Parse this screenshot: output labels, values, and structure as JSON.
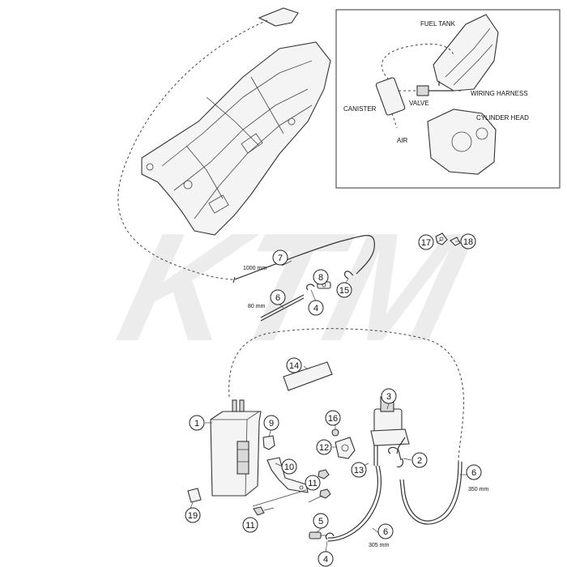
{
  "watermark": "KTM",
  "inset": {
    "labels": {
      "fuel_tank": "FUEL TANK",
      "canister": "CANISTER",
      "valve": "VALVE",
      "wiring_harness": "WIRING HARNESS",
      "cylinder_head": "CYLINDER HEAD",
      "air": "AIR"
    }
  },
  "dimensions": {
    "d1000": "1000 mm",
    "d80": "80 mm",
    "d350": "350 mm",
    "d305": "305 mm"
  },
  "callouts": {
    "c1": "1",
    "c2": "2",
    "c3": "3",
    "c4a": "4",
    "c4b": "4",
    "c5": "5",
    "c6a": "6",
    "c6b": "6",
    "c6c": "6",
    "c7": "7",
    "c8": "8",
    "c9": "9",
    "c10": "10",
    "c11a": "11",
    "c11b": "11",
    "c12": "12",
    "c13": "13",
    "c14": "14",
    "c15": "15",
    "c16": "16",
    "c17": "17",
    "c18": "18",
    "c19": "19"
  }
}
